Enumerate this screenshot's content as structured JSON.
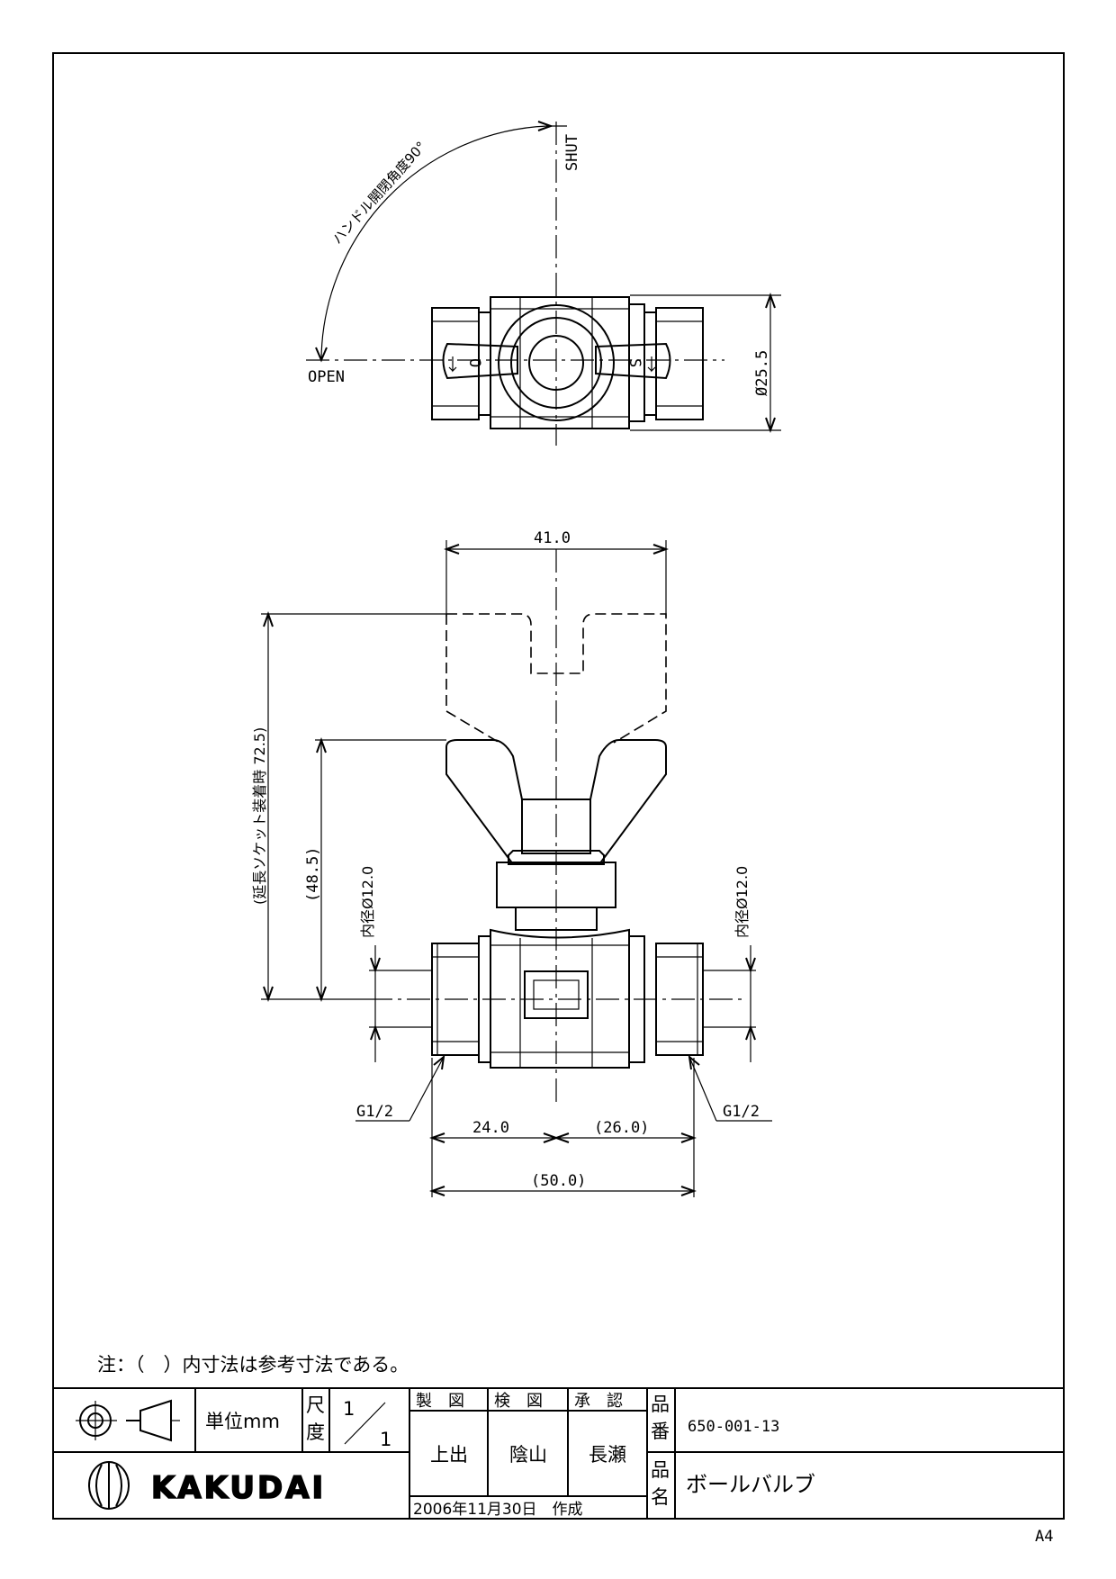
{
  "drawing": {
    "top_view": {
      "shut_label": "SHUT",
      "open_label": "OPEN",
      "angle_label": "ハンドル開閉角度90°",
      "handle_letters": [
        "O",
        "S"
      ],
      "diameter_label": "Ø25.5"
    },
    "front_view": {
      "width_top": "41.0",
      "height_total": "(延長ソケット装着時 72.5)",
      "height_body": "(48.5)",
      "bore_left": "内径Ø12.0",
      "bore_right": "内径Ø12.0",
      "thread_left": "G1/2",
      "thread_right": "G1/2",
      "dim_left": "24.0",
      "dim_right": "(26.0)",
      "dim_total": "(50.0)"
    },
    "note": "注：（　）内寸法は参考寸法である。",
    "title_block": {
      "unit": "単位mm",
      "scale_label_1": "尺",
      "scale_label_2": "度",
      "scale_num": "1",
      "scale_den": "1",
      "role_draw": "製　図",
      "role_check": "検　図",
      "role_approve": "承　認",
      "name_draw": "上出",
      "name_check": "陰山",
      "name_approve": "長瀬",
      "date": "2006年11月30日　作成",
      "part_no_label_1": "品",
      "part_no_label_2": "番",
      "part_no": "650-001-13",
      "part_name_label_1": "品",
      "part_name_label_2": "名",
      "part_name": "ボールバルブ",
      "brand": "KAKUDAI"
    },
    "paper_size": "A4"
  }
}
